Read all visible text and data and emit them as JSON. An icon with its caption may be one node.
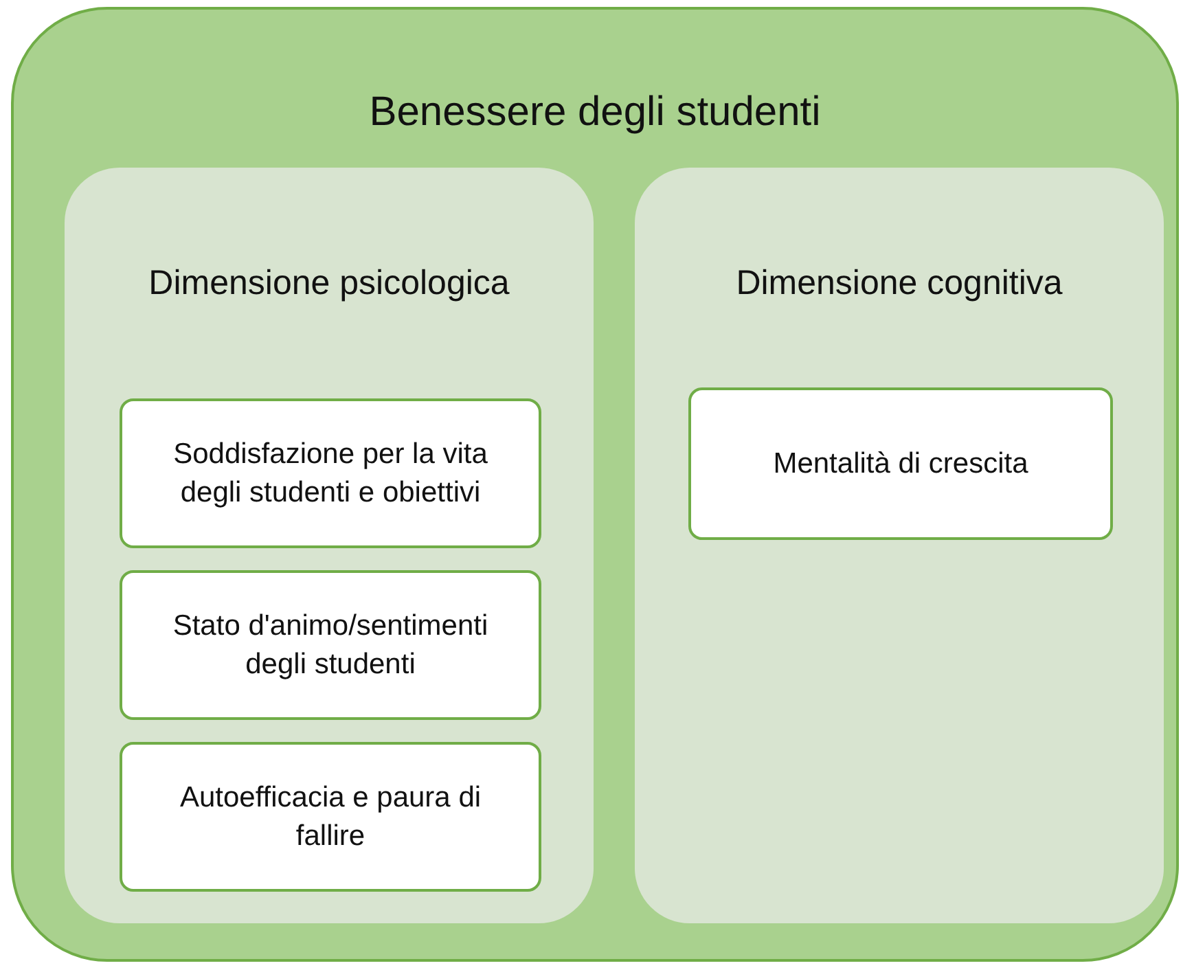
{
  "diagram": {
    "nodes": [
      {
        "text": [
          "Benessere degli studenti"
        ]
      },
      {
        "text": [
          "Dimensione psicologica"
        ],
        "in": 0
      },
      {
        "text": [
          "Dimensione cognitiva"
        ],
        "in": 0
      },
      {
        "text": [
          "Soddisfazione per la vita degli studenti e obiettivi"
        ],
        "in": 1
      },
      {
        "text": [
          "Stato d'animo/sentimenti degli studenti"
        ],
        "in": 1
      },
      {
        "text": [
          "Autoefficacia e paura di fallire"
        ],
        "in": 1
      },
      {
        "text": [
          "Mentalità di crescita"
        ],
        "in": 2
      }
    ]
  }
}
